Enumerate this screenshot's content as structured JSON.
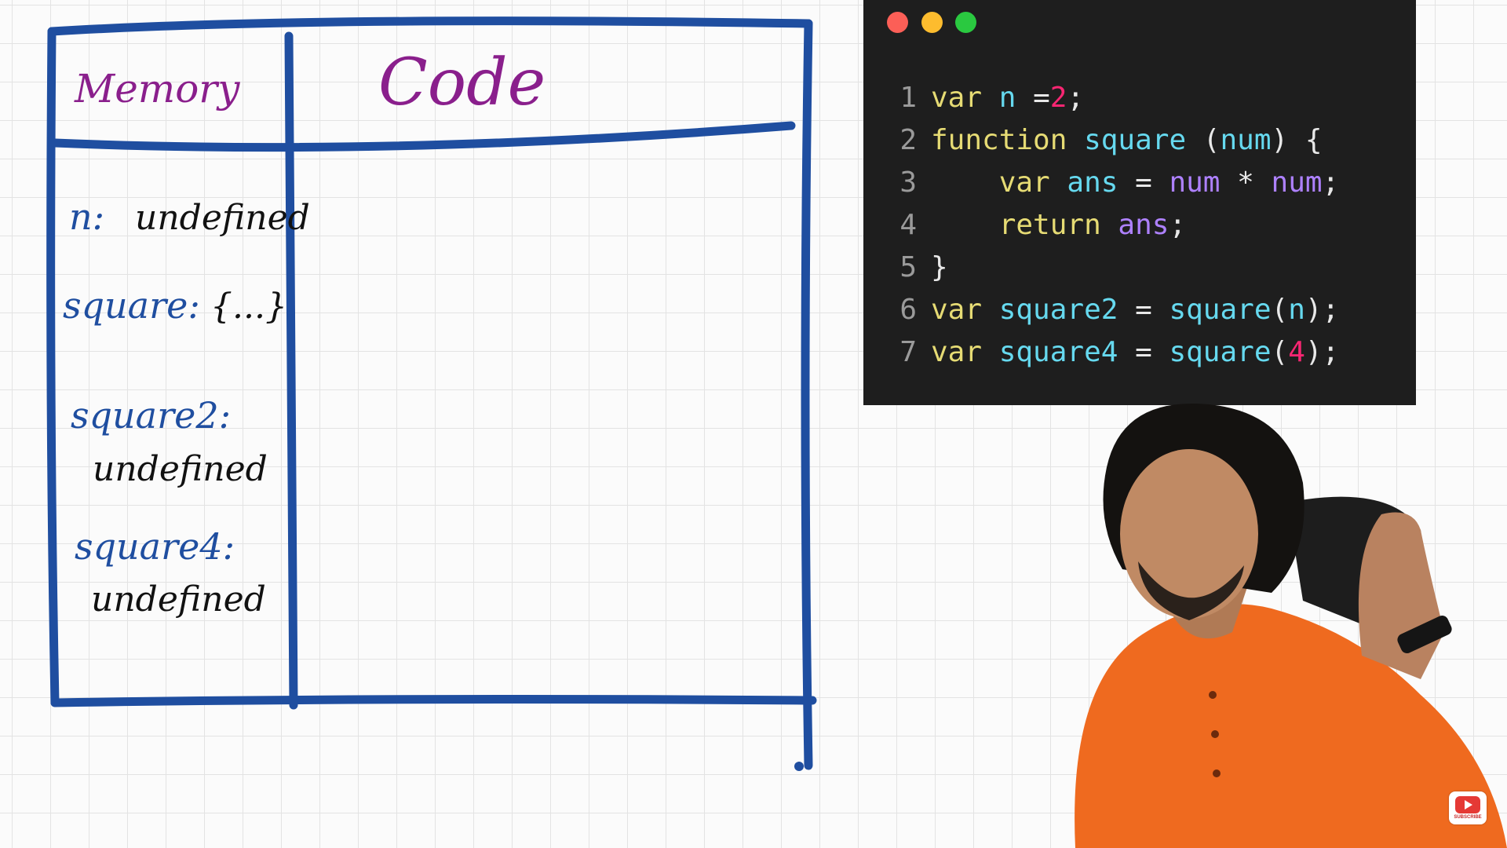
{
  "whiteboard": {
    "memory_header": "Memory",
    "code_header": "Code",
    "entries": [
      {
        "name": "n:",
        "value": "undefined"
      },
      {
        "name": "square:",
        "value": "{...}"
      },
      {
        "name": "square2:",
        "value": "undefined"
      },
      {
        "name": "square4:",
        "value": "undefined"
      }
    ],
    "ink_color": "#1f4ea0",
    "header_color": "#8a1f8c"
  },
  "code_window": {
    "traffic_lights": [
      "#fc5f57",
      "#fdbc2e",
      "#2ac940"
    ],
    "lines": [
      {
        "num": "1",
        "tokens": [
          {
            "t": "var ",
            "c": "#e6db74"
          },
          {
            "t": "n ",
            "c": "#66d9ef"
          },
          {
            "t": "=",
            "c": "#e8e8e8"
          },
          {
            "t": "2",
            "c": "#f92672"
          },
          {
            "t": ";",
            "c": "#e8e8e8"
          }
        ]
      },
      {
        "num": "2",
        "tokens": [
          {
            "t": "function ",
            "c": "#e6db74"
          },
          {
            "t": "square ",
            "c": "#66d9ef"
          },
          {
            "t": "(",
            "c": "#e8e8e8"
          },
          {
            "t": "num",
            "c": "#66d9ef"
          },
          {
            "t": ") {",
            "c": "#e8e8e8"
          }
        ]
      },
      {
        "num": "3",
        "tokens": [
          {
            "t": "    var ",
            "c": "#e6db74"
          },
          {
            "t": "ans ",
            "c": "#66d9ef"
          },
          {
            "t": "= ",
            "c": "#e8e8e8"
          },
          {
            "t": "num ",
            "c": "#ae81ff"
          },
          {
            "t": "* ",
            "c": "#e8e8e8"
          },
          {
            "t": "num",
            "c": "#ae81ff"
          },
          {
            "t": ";",
            "c": "#e8e8e8"
          }
        ]
      },
      {
        "num": "4",
        "tokens": [
          {
            "t": "    return ",
            "c": "#e6db74"
          },
          {
            "t": "ans",
            "c": "#ae81ff"
          },
          {
            "t": ";",
            "c": "#e8e8e8"
          }
        ]
      },
      {
        "num": "5",
        "tokens": [
          {
            "t": "}",
            "c": "#e8e8e8"
          }
        ]
      },
      {
        "num": "6",
        "tokens": [
          {
            "t": "var ",
            "c": "#e6db74"
          },
          {
            "t": "square2 ",
            "c": "#66d9ef"
          },
          {
            "t": "= ",
            "c": "#e8e8e8"
          },
          {
            "t": "square",
            "c": "#66d9ef"
          },
          {
            "t": "(",
            "c": "#e8e8e8"
          },
          {
            "t": "n",
            "c": "#66d9ef"
          },
          {
            "t": ");",
            "c": "#e8e8e8"
          }
        ]
      },
      {
        "num": "7",
        "tokens": [
          {
            "t": "var ",
            "c": "#e6db74"
          },
          {
            "t": "square4 ",
            "c": "#66d9ef"
          },
          {
            "t": "= ",
            "c": "#e8e8e8"
          },
          {
            "t": "square",
            "c": "#66d9ef"
          },
          {
            "t": "(",
            "c": "#e8e8e8"
          },
          {
            "t": "4",
            "c": "#f92672"
          },
          {
            "t": ");",
            "c": "#e8e8e8"
          }
        ]
      }
    ]
  },
  "badge": {
    "icon": "youtube-play-icon",
    "label": "SUBSCRIBE"
  }
}
